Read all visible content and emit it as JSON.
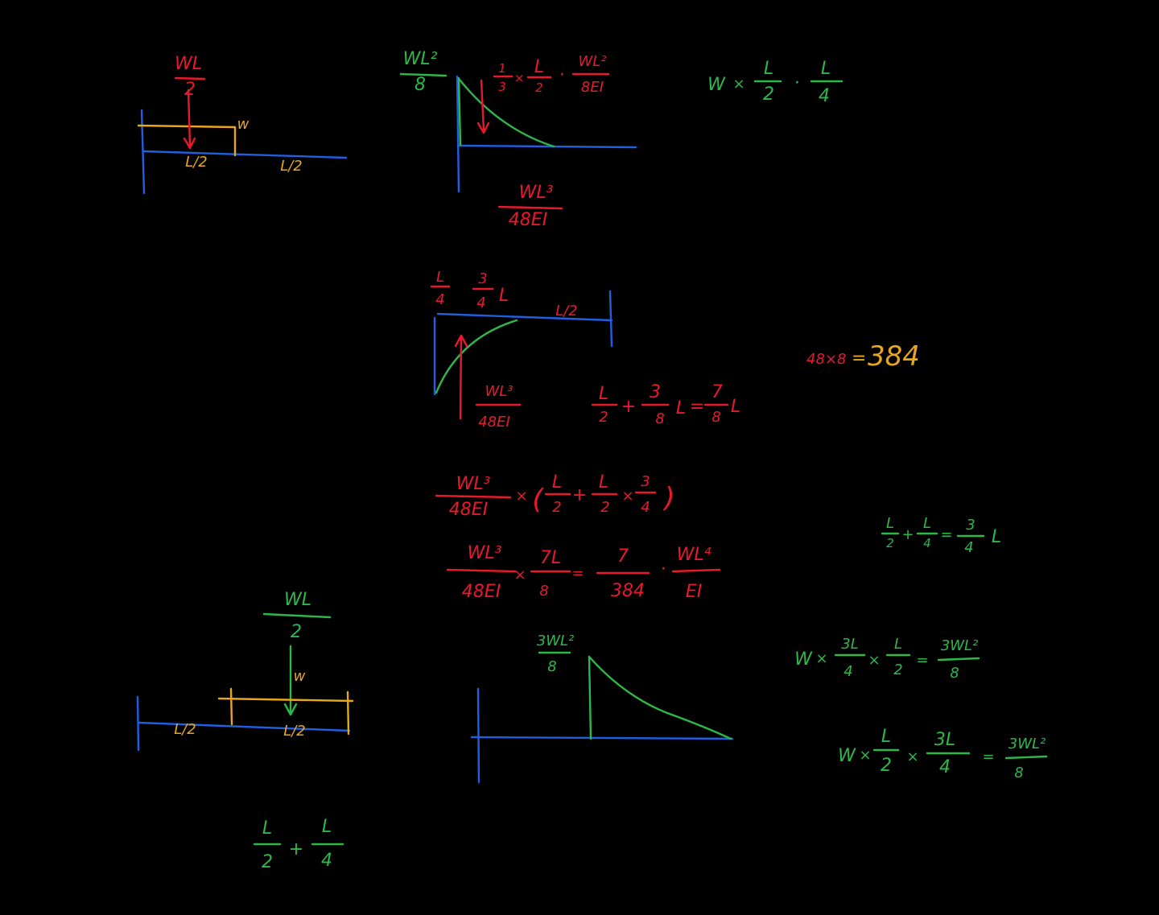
{
  "colors": {
    "background": "#000000",
    "red": "#e8192c",
    "green": "#2db84a",
    "blue": "#1f5fe0",
    "yellow": "#e8a51e"
  },
  "diagram1": {
    "load_num": "WL",
    "load_den": "2",
    "w_label": "w",
    "half_left": "L/2",
    "half_right": "L/2"
  },
  "diagram2": {
    "moment_num": "WL²",
    "moment_den": "8",
    "f1_num": "1",
    "f1_den": "3",
    "times": "×",
    "f2_num": "L",
    "f2_den": "2",
    "dot": "·",
    "f3_num": "WL²",
    "f3_den": "8EI",
    "defl_num": "WL³",
    "defl_den": "48EI"
  },
  "top_right": {
    "w": "W",
    "times": "×",
    "f1_num": "L",
    "f1_den": "2",
    "dot": "·",
    "f2_num": "L",
    "f2_den": "4"
  },
  "diagram3": {
    "q_num": "L",
    "q_den": "4",
    "tq_num": "3",
    "tq_den": "4",
    "tq_var": "L",
    "half": "L/2",
    "defl_num": "WL³",
    "defl_den": "48EI"
  },
  "sum_eq": {
    "a_num": "L",
    "a_den": "2",
    "plus": "+",
    "b_num": "3",
    "b_den": "8",
    "b_var": "L",
    "eq": "=",
    "c_num": "7",
    "c_den": "8",
    "c_var": "L"
  },
  "mult": {
    "strike": "48×8",
    "eq": "=",
    "result": "384"
  },
  "eq_line1": {
    "k_num": "WL³",
    "k_den": "48EI",
    "times": "×",
    "open": "(",
    "a_num": "L",
    "a_den": "2",
    "plus": "+",
    "b_num": "L",
    "b_den": "2",
    "times2": "×",
    "c_num": "3",
    "c_den": "4",
    "close": ")"
  },
  "eq_line2": {
    "k_num": "WL³",
    "k_den": "48EI",
    "times": "×",
    "a_num": "7L",
    "a_den": "8",
    "eq": "=",
    "b_num": "7",
    "b_den": "384",
    "dot": "·",
    "c_num": "WL⁴",
    "c_den": "EI"
  },
  "right_sum": {
    "a_num": "L",
    "a_den": "2",
    "plus": "+",
    "b_num": "L",
    "b_den": "4",
    "eq": "=",
    "c_num": "3",
    "c_den": "4",
    "c_var": "L"
  },
  "diagram4": {
    "load_num": "WL",
    "load_den": "2",
    "w_label": "w",
    "half_left": "L/2",
    "half_right": "L/2"
  },
  "bottom_sum": {
    "a_num": "L",
    "a_den": "2",
    "plus": "+",
    "b_num": "L",
    "b_den": "4"
  },
  "diagram5": {
    "moment_num": "3WL²",
    "moment_den": "8"
  },
  "right_eq1": {
    "w": "W",
    "times": "×",
    "a_num": "3L",
    "a_den": "4",
    "times2": "×",
    "b_num": "L",
    "b_den": "2",
    "eq": "=",
    "c_num": "3WL²",
    "c_den": "8"
  },
  "right_eq2": {
    "w": "W",
    "times": "×",
    "a_num": "L",
    "a_den": "2",
    "times2": "×",
    "b_num": "3L",
    "b_den": "4",
    "eq": "=",
    "c_num": "3WL²",
    "c_den": "8"
  }
}
